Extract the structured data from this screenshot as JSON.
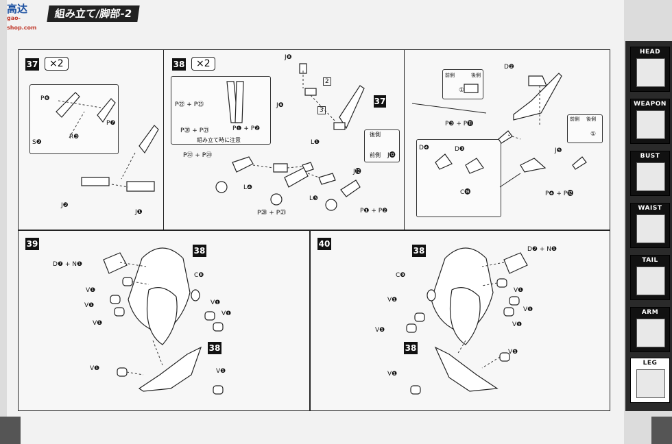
{
  "header": {
    "logo_main": "高达",
    "logo_sub": "gao-shop.com",
    "title": "組み立て/脚部-2"
  },
  "sidebar": {
    "tabs": [
      {
        "label": "HEAD",
        "icon": "head-part-icon",
        "active": false
      },
      {
        "label": "WEAPON",
        "icon": "weapon-part-icon",
        "active": false
      },
      {
        "label": "BUST",
        "icon": "bust-part-icon",
        "active": false
      },
      {
        "label": "WAIST",
        "icon": "waist-part-icon",
        "active": false
      },
      {
        "label": "TAIL",
        "icon": "tail-part-icon",
        "active": false
      },
      {
        "label": "ARM",
        "icon": "arm-part-icon",
        "active": false
      },
      {
        "label": "LEG",
        "icon": "leg-part-icon",
        "active": true
      }
    ]
  },
  "step37": {
    "num": "37",
    "mult": "×2",
    "labels": {
      "p6": "P❻",
      "s2": "S❷",
      "r3": "R❸",
      "p7": "P❼",
      "j2": "J❷",
      "j1": "J❶"
    }
  },
  "step38": {
    "num": "38",
    "mult": "×2",
    "note": "組み立て時に注意",
    "ref": "37",
    "labels": {
      "j8": "J❽",
      "j6": "J❻",
      "l1": "L❶",
      "l4": "L❹",
      "l3": "L❸",
      "j12": "J⓬",
      "p22p23_box": "P㉒ + P㉓",
      "p20p21_box": "P⑳ + P㉑",
      "p1p2_box": "P❶ + P❷",
      "p22p23": "P㉒ + P㉓",
      "p20p21": "P⑳ + P㉑",
      "p1p2": "P❶ + P❷",
      "step2": "2",
      "step3": "3",
      "back": "後側",
      "front": "前側",
      "j12b": "J⓬"
    }
  },
  "step38b": {
    "labels": {
      "d2": "D❷",
      "front": "前側",
      "back": "後側",
      "circ1": "①",
      "p3p11": "P❸ + P⓫",
      "d4": "D❹",
      "d3": "D❸",
      "c16": "C⓰",
      "j5": "J❺",
      "p4p12": "P❹ + P⓬",
      "front2": "前側",
      "back2": "後側",
      "circ1b": "①"
    }
  },
  "step39": {
    "num": "39",
    "ref_top": "38",
    "ref_bottom": "38",
    "labels": {
      "d7n1": "D❼ + N❶",
      "c8": "C❽",
      "v1": "V❶"
    }
  },
  "step40": {
    "num": "40",
    "ref_top": "38",
    "ref_bottom": "38",
    "labels": {
      "d7n1": "D❼ + N❶",
      "c9": "C❾",
      "v1": "V❶"
    }
  }
}
